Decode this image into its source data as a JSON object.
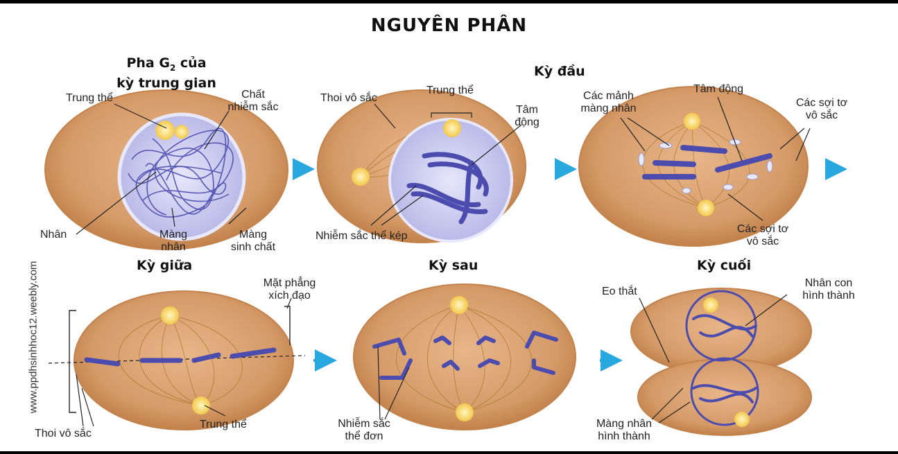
{
  "title": "NGUYÊN PHÂN",
  "watermark": "www.ppdhsinhhoc12.weebly.com",
  "colors": {
    "cell": "#d59a68",
    "cell_rim": "#c4824c",
    "chromosome": "#4b4cae",
    "nucleus": "#c8c8ee",
    "arrow": "#29a8e0",
    "centrosome": "#f2d24a"
  },
  "stages": {
    "g2": {
      "title_line1": "Pha G",
      "title_sub": "2",
      "title_line1_end": " của",
      "title_line2": "kỳ trung gian",
      "labels": {
        "centrosome": "Trung thể",
        "chromatin_1": "Chất",
        "chromatin_2": "nhiễm sắc",
        "nucleus": "Nhân",
        "nuclear_membrane_1": "Màng",
        "nuclear_membrane_2": "nhân",
        "plasma_membrane_1": "Màng",
        "plasma_membrane_2": "sinh chất"
      }
    },
    "prophase": {
      "title": "Kỳ đầu",
      "labels": {
        "spindle": "Thoi vô sắc",
        "centrosome": "Trung thể",
        "centromere_1": "Tâm",
        "centromere_2": "động",
        "double_chromosome": "Nhiễm sắc thể kép"
      }
    },
    "prometaphase": {
      "labels": {
        "fragments_1": "Các mảnh",
        "fragments_2": "màng nhân",
        "centromere": "Tâm động",
        "fibers_1": "Các sợi tơ",
        "fibers_2": "vô sắc",
        "fibers_b1": "Các sợi tơ",
        "fibers_b2": "vô sắc"
      }
    },
    "metaphase": {
      "title": "Kỳ giữa",
      "labels": {
        "plane_1": "Mặt phẳng",
        "plane_2": "xích đạo",
        "spindle": "Thoi vô sắc",
        "centrosome": "Trung thể"
      }
    },
    "anaphase": {
      "title": "Kỳ sau",
      "labels": {
        "single_1": "Nhiễm sắc",
        "single_2": "thể đơn"
      }
    },
    "telophase": {
      "title": "Kỳ cuối",
      "labels": {
        "furrow": "Eo thắt",
        "daughter_1": "Nhân con",
        "daughter_2": "hình thành",
        "membrane_1": "Màng nhân",
        "membrane_2": "hình thành"
      }
    }
  }
}
